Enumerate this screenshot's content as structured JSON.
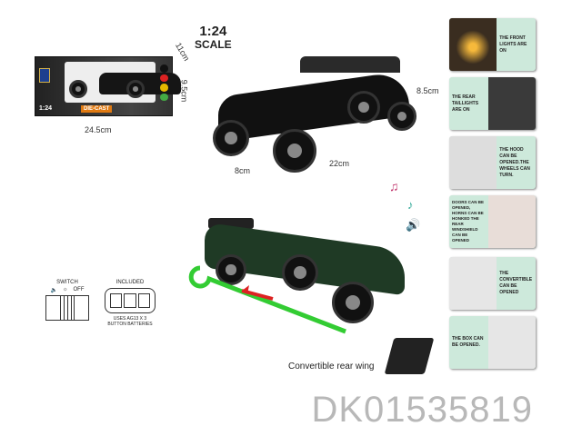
{
  "box": {
    "scale": "1:24",
    "brand": "DIE-CAST",
    "width": "24.5cm",
    "depth": "11cm",
    "height": "9.5cm"
  },
  "scale_label": {
    "ratio": "1:24",
    "word": "SCALE"
  },
  "main_car": {
    "height": "8.5cm",
    "length": "22cm",
    "width": "8cm"
  },
  "wing_caption": "Convertible rear wing",
  "switch": {
    "title": "SWITCH",
    "off": "OFF",
    "included": "INCLUDED",
    "battery_note": "USES AG13 X 3 BUTTON BATTERIES"
  },
  "features": [
    {
      "text": "THE FRONT LIGHTS ARE ON"
    },
    {
      "text": "THE REAR TAILLIGHTS ARE ON"
    },
    {
      "text": "THE HOOD CAN BE OPENED.THE WHEELS CAN TURN."
    },
    {
      "text": "DOORS CAN BE OPENED, HORNS CAN BE HONKED THE REAR WINDSHIELD CAN BE OPENED"
    },
    {
      "text": "THE CONVERTIBLE CAN BE OPENED"
    },
    {
      "text": "THE BOX CAN BE OPENED."
    }
  ],
  "product_code": "DK01535819"
}
